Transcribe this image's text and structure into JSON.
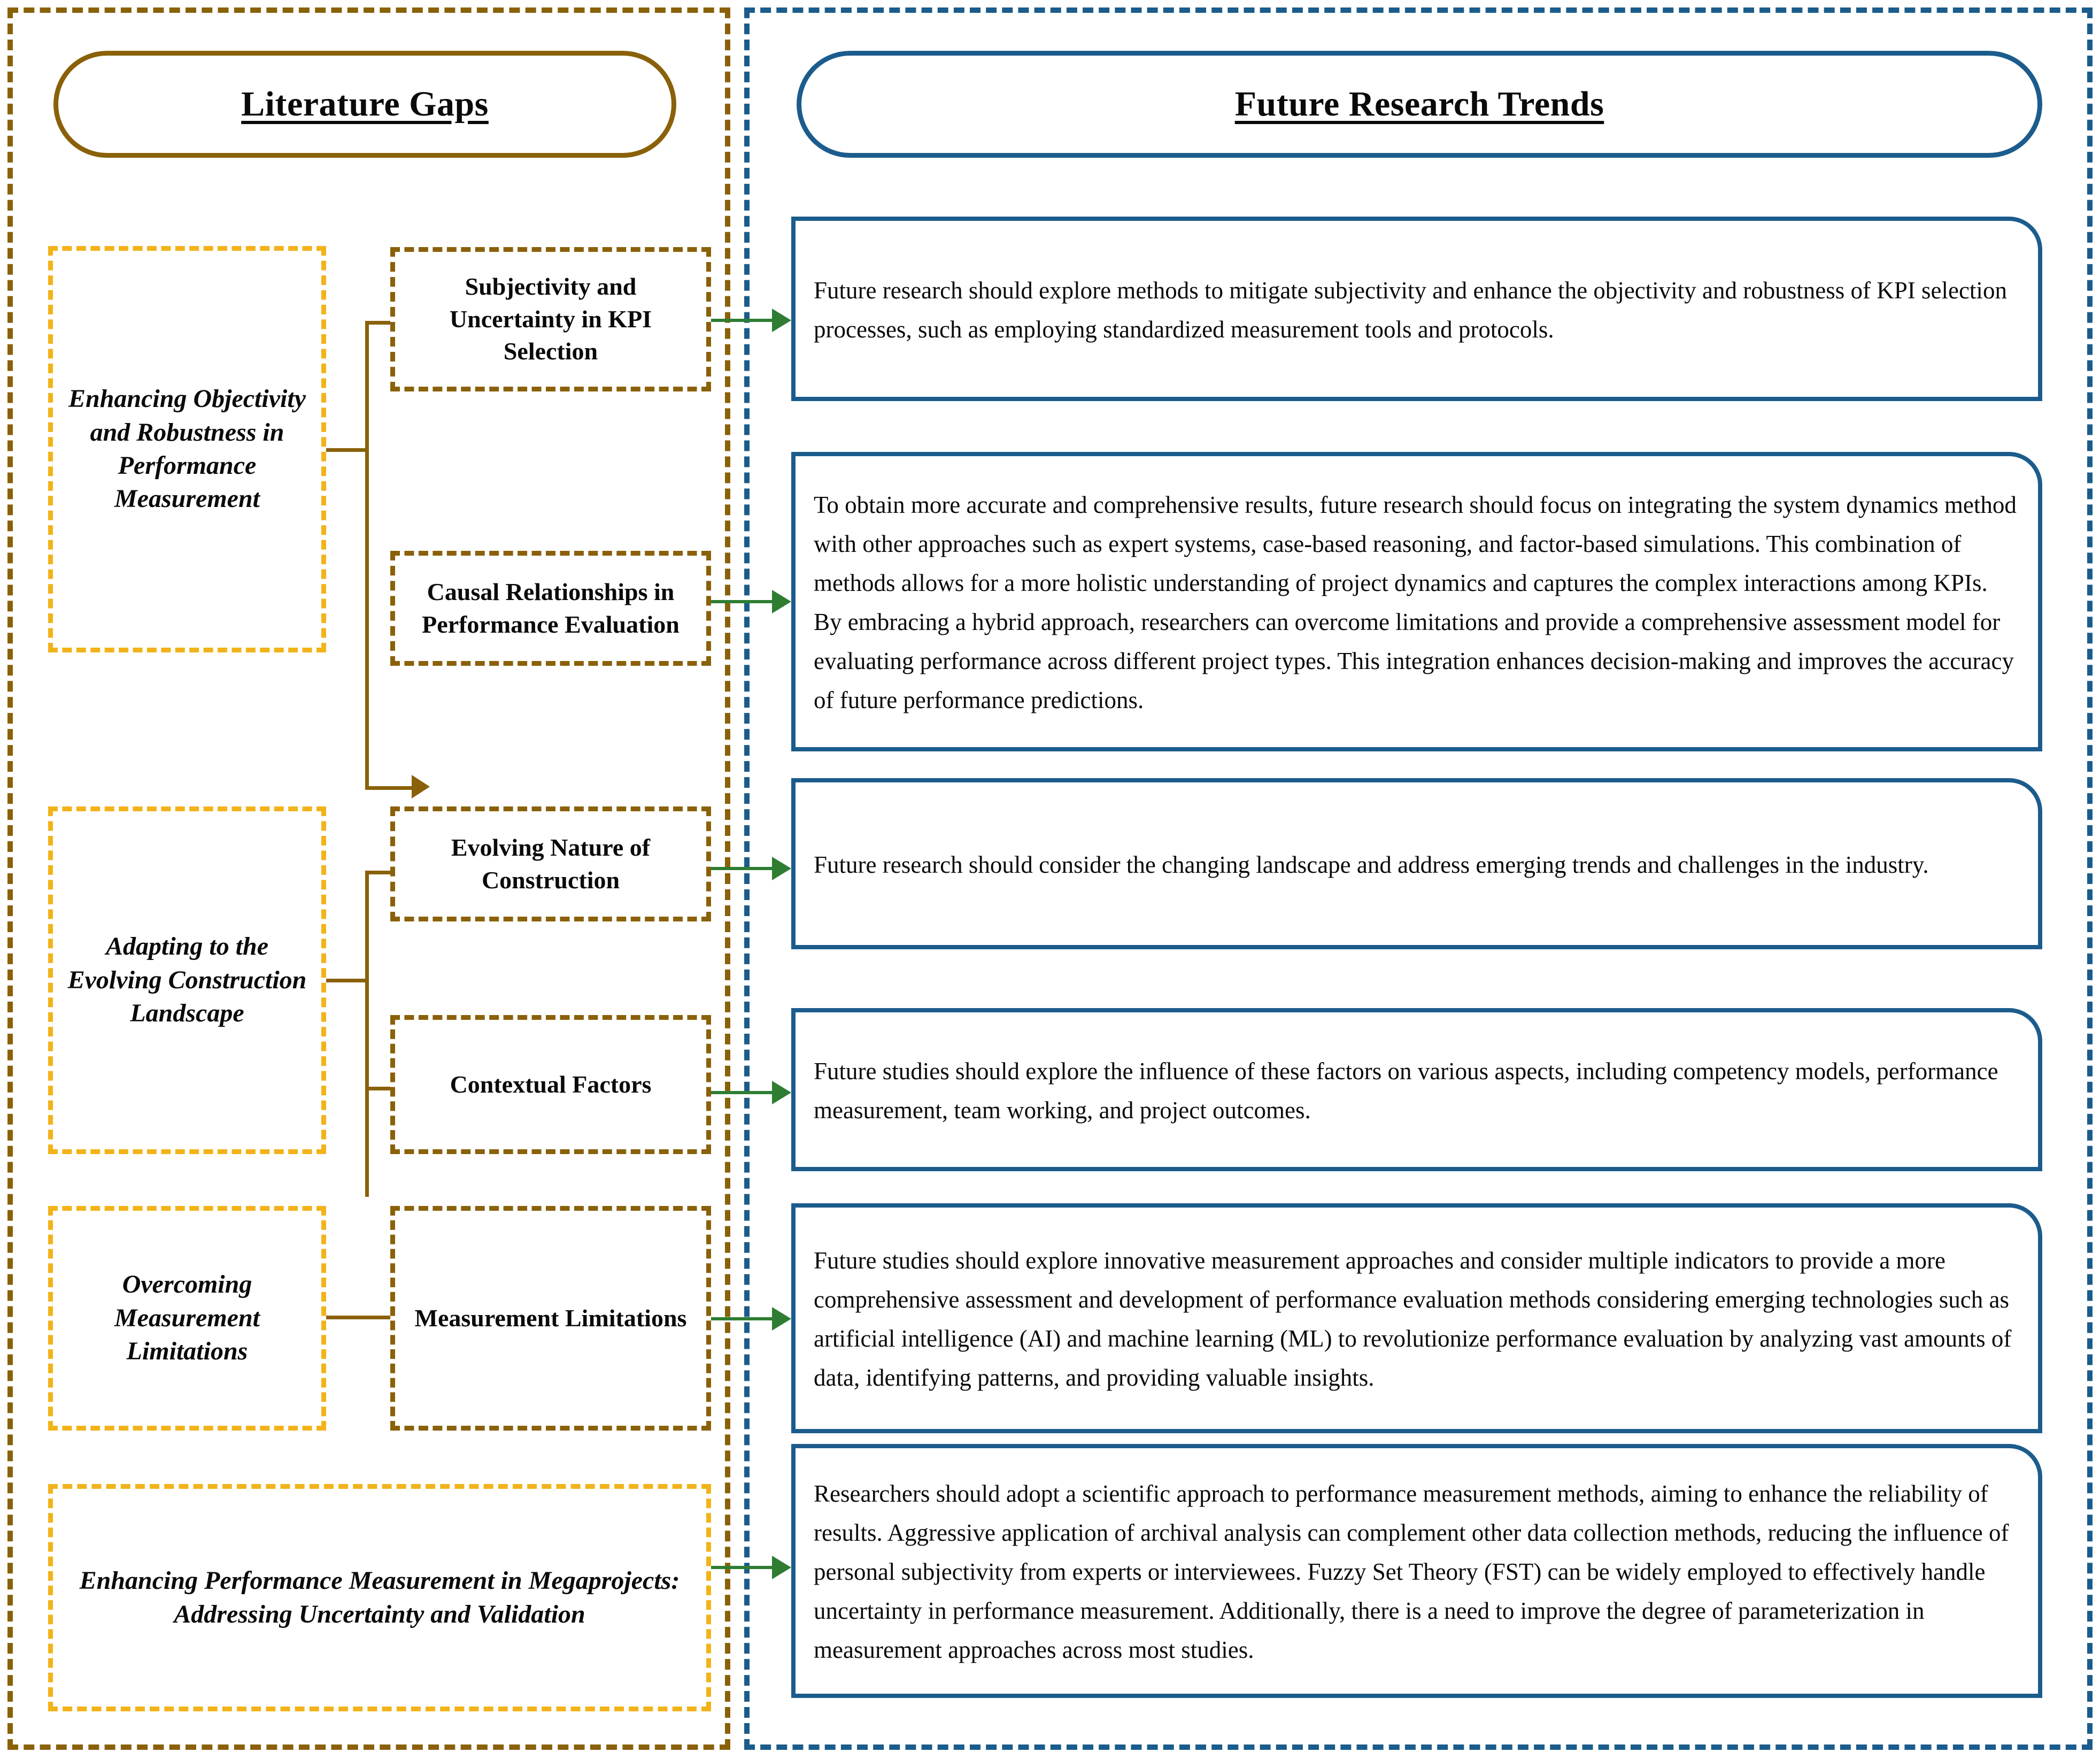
{
  "diagram": {
    "title_left": "Literature Gaps",
    "title_right": "Future Research Trends"
  },
  "gaps": [
    {
      "id": "gap-1",
      "label": "Enhancing Objectivity and Robustness in Performance Measurement",
      "themes": [
        {
          "id": "theme-1",
          "label": "Subjectivity and Uncertainty in KPI Selection",
          "recommendation": "Future research should explore methods to mitigate subjectivity and enhance the objectivity and robustness of KPI selection processes, such as employing standardized measurement tools and protocols."
        },
        {
          "id": "theme-2",
          "label": "Causal Relationships in Performance Evaluation",
          "recommendation": "To obtain more accurate and comprehensive results, future research should focus on integrating  the system dynamics method with other approaches such as expert systems, case-based reasoning, and factor-based simulations. This combination of methods allows for a more holistic understanding of project dynamics and captures the complex interactions among KPIs. By embracing a hybrid approach, researchers can overcome limitations and provide a comprehensive assessment model for evaluating performance across different project types. This integration enhances decision-making and improves the accuracy of future performance predictions."
        }
      ]
    },
    {
      "id": "gap-2",
      "label": "Adapting to the Evolving Construction Landscape",
      "themes": [
        {
          "id": "theme-3",
          "label": "Evolving Nature of Construction",
          "recommendation": "Future research should consider the changing landscape and address emerging trends and challenges in the industry."
        },
        {
          "id": "theme-4",
          "label": "Contextual Factors",
          "recommendation": "Future studies should explore the influence of these factors on various aspects, including competency models, performance measurement, team working, and project outcomes."
        }
      ]
    },
    {
      "id": "gap-3",
      "label": "Overcoming Measurement Limitations",
      "themes": [
        {
          "id": "theme-5",
          "label": "Measurement Limitations",
          "recommendation": "Future studies should explore innovative measurement approaches and consider multiple indicators to provide a more comprehensive assessment and development of performance evaluation methods considering emerging technologies such as artificial intelligence (AI) and machine learning (ML) to revolutionize performance evaluation by analyzing vast amounts of data, identifying patterns, and providing valuable insights."
        }
      ]
    },
    {
      "id": "gap-4",
      "label": "Enhancing Performance Measurement in Megaprojects: Addressing Uncertainty and Validation",
      "themes": [
        {
          "id": "theme-6",
          "label": "",
          "recommendation": "Researchers should adopt a scientific approach to performance measurement methods, aiming to enhance the reliability of results. Aggressive application of archival analysis can complement other data collection methods, reducing the influence of personal subjectivity from experts or interviewees. Fuzzy Set Theory (FST) can be widely employed to effectively handle uncertainty in performance measurement. Additionally, there is a need to improve the degree of parameterization in measurement approaches across most studies."
        }
      ]
    }
  ],
  "colors": {
    "gap_border": "#f2b31a",
    "theme_border": "#8a6109",
    "recommendation_border": "#1b5c8c",
    "left_frame": "#8a6109",
    "right_frame": "#1b5c8c",
    "arrow_brown": "#8a6109",
    "arrow_green": "#2e7d32",
    "text": "#0a0a0a"
  }
}
